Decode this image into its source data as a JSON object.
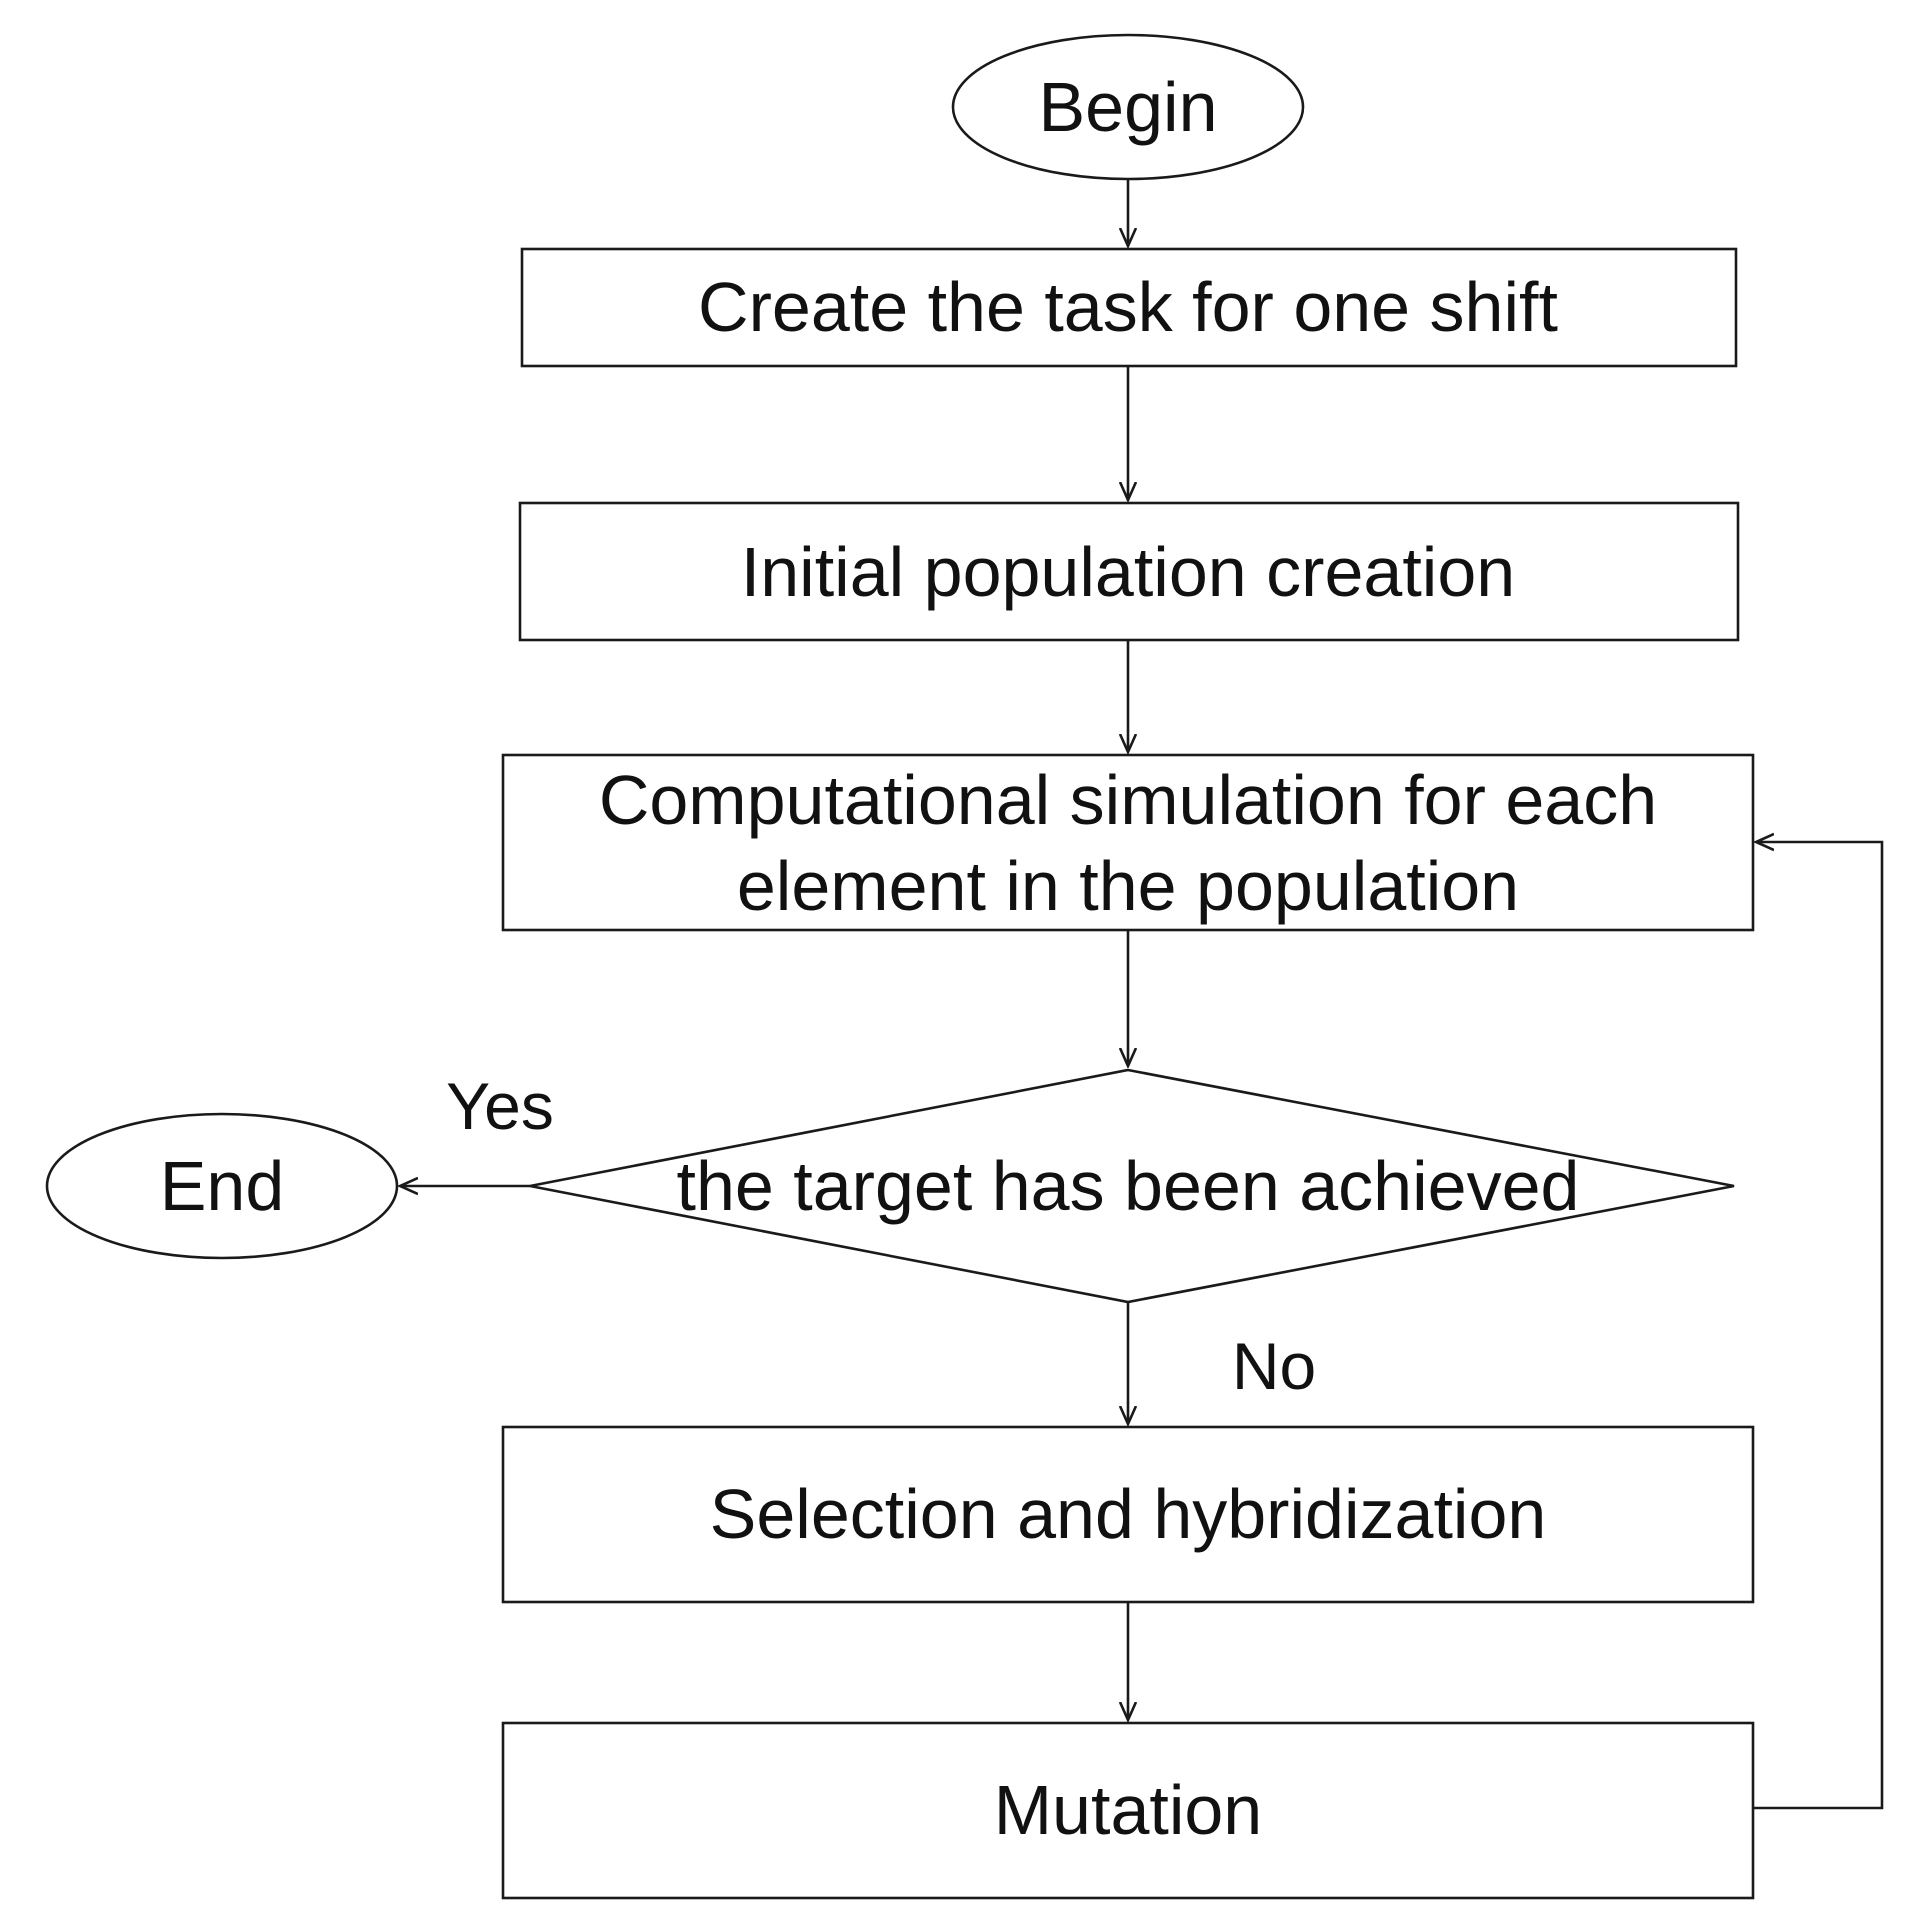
{
  "diagram": {
    "nodes": {
      "begin": {
        "label": "Begin"
      },
      "create_task": {
        "label": "Create the task for one shift"
      },
      "initial_population": {
        "label": "Initial population creation"
      },
      "simulation": {
        "label_lines": [
          "Computational simulation for each",
          "element in the population"
        ]
      },
      "target_decision": {
        "label": "the target has been achieved"
      },
      "end": {
        "label": "End"
      },
      "selection": {
        "label": "Selection and hybridization"
      },
      "mutation": {
        "label": "Mutation"
      }
    },
    "edge_labels": {
      "yes": "Yes",
      "no": "No"
    }
  }
}
